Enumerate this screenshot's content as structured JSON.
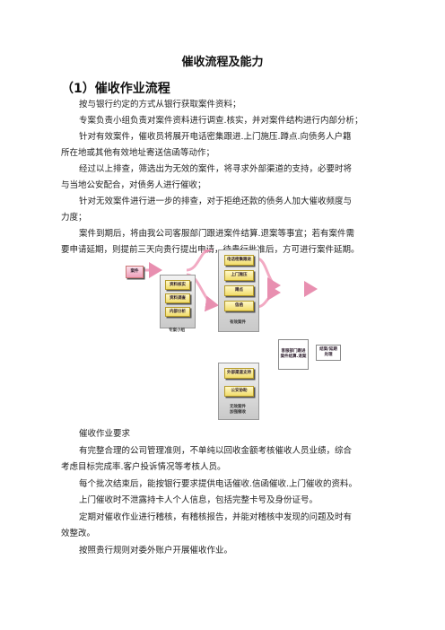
{
  "doc": {
    "title": "催收流程及能力",
    "section_heading": "（1）催收作业流程",
    "paragraphs_top": [
      {
        "cls": "ind",
        "text": "按与银行约定的方式从银行获取案件资料；"
      },
      {
        "cls": "ind",
        "text": "专案负责小组负责对案件资料进行调查.核实，并对案件结构进行内部分析；"
      },
      {
        "cls": "ind",
        "text": "针对有效案件，催收员将展开电话密集跟进.上门施压.蹲点.向债务人户籍"
      },
      {
        "cls": "cont",
        "text": "所在地或其他有效地址寄送信函等动作；"
      },
      {
        "cls": "ind",
        "text": "经过以上排查，筛选出为无效的案件，将寻求外部渠道的支持，必要时将"
      },
      {
        "cls": "cont",
        "text": "与当地公安配合，对债务人进行催收；"
      },
      {
        "cls": "ind",
        "text": "针对无效案件进行进一步的排查，对于拒绝还款的债务人加大催收频度与"
      },
      {
        "cls": "cont",
        "text": "力度；"
      },
      {
        "cls": "ind",
        "text": "案件到期后，将由我公司客服部门跟进案件结算.退案等事宜；若有案件需"
      },
      {
        "cls": "cont",
        "text": "要申请延期，则提前三天向贵行提出申请，待贵行批准后，方可进行案件延期。"
      }
    ],
    "paragraphs_bottom": [
      {
        "cls": "ind",
        "text": "催收作业要求"
      },
      {
        "cls": "ind",
        "text": "有完整合理的公司管理准则，不单纯以回收金额考核催收人员业绩，综合"
      },
      {
        "cls": "cont",
        "text": "考虑目标完成率.客户投诉情况等考核人员。"
      },
      {
        "cls": "ind",
        "text": "每个批次结束后，能按银行要求提供电话催收.信函催收.上门催收的资料。"
      },
      {
        "cls": "ind",
        "text": "上门催收时不泄露持卡人个人信息，包括完整卡号及身份证号。"
      },
      {
        "cls": "ind",
        "text": "定期对催收作业进行稽核，有稽核报告，并能对稽核中发现的问题及时有"
      },
      {
        "cls": "cont",
        "text": "效整改。"
      },
      {
        "cls": "ind",
        "text": "按照贵行规则对委外账户开展催收作业。"
      }
    ]
  },
  "diagram": {
    "source": "案件",
    "left_group": [
      "资料核实",
      "资料调查",
      "内部分析"
    ],
    "left_label": "专案小组",
    "top_group": [
      "电话密集跟进",
      "上门施压",
      "蹲点",
      "信函"
    ],
    "top_label": "有效案件",
    "bottom_group": [
      "外部渠道支持",
      "公安协助"
    ],
    "bottom_label": "无效案件\n加强催收",
    "result": "客服部门跟进案件结算.退案",
    "final": "结案/延期\n处理"
  }
}
